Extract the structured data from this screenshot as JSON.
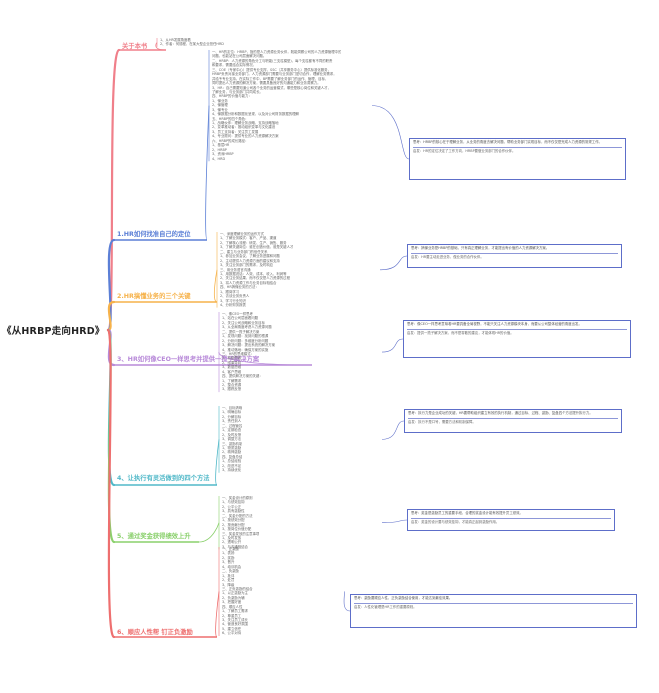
{
  "root": "《从HRBP走向HRD》",
  "colors": {
    "b0": "#f07f8a",
    "b1": "#5b7fd6",
    "b2": "#f6b24a",
    "b3": "#b88ad9",
    "b4": "#50b8c8",
    "b5": "#8ad06c",
    "b6": "#ee6f6f",
    "note_border": "#5d6ec9"
  },
  "branches": [
    {
      "title": "关于本书",
      "details": [
        "1、从HR发展角度看",
        "2、作者：何德程，在某大型企业担任HRD"
      ],
      "note": null
    },
    {
      "title": "1.HR如何找准自己的定位",
      "details": [
        "一、HR的定位：HRBP，指的是人力资源业务伙伴，既能洞察公司的人力资源管理中的",
        "  问题，也能站在公司层面解决问题。",
        "二、HRBP：人力资源的角色分工与职能(三支柱模型)，每个支柱都有不同的职责",
        "  和要求，需要结合实际情况。",
        "三、COE（专家中心）提供专业支撑，SSC（共享服务中心）提供标准化服务，",
        "  HRBP负责对接业务部门。人力资源部门需要与业务部门密切合作，理解业务需求，",
        "  并给予专业支持。在实际工作中，BP需要了解业务部门的运作、管理、目标，",
        "  同时提出人力资源的解决方案，需要具备良好的沟通能力和业务洞察力。",
        "  3、HR：自己需要知道公司各个业务的运营模式，哪些是核心岗位和关键人才，",
        "  了解业务，与业务部门共同成长。",
        "四、HRBP的价值与能力：",
        "  1、懂业务",
        "  2、懂管理",
        "  3、懂专业",
        "  4、懂数据分析和数据化呈现，以及对公司财务数据的理解",
        "五、HRBP的四个角色：",
        "  1、战略伙伴：理解业务战略，支持战略落地",
        "  2、变革推动者：推动组织变革与文化建设",
        "  3、员工支持者：关注员工发展",
        "  4、专业顾问：提供专业的人力资源解决方案",
        "六、HRBP的成长路径：",
        "  1、基层HR",
        "  2、HRBP",
        "  3、资深HRBP",
        "  4、HRD"
      ],
      "note": {
        "text": "思考：HRBP的核心在于理解业务，从业务的角度去解决问题，帮助业务部门实现目标，而不仅仅是完成人力资源的常规工作。",
        "sub": "启发：HR的定位决定了工作方向，HRBP要做业务部门的合作伙伴。"
      }
    },
    {
      "title": "2.HR搞懂业务的三个关键",
      "details": [
        "一、深度理解业务的运作方式",
        "  1、了解业务模式：客户、产品、渠道",
        "  2、了解核心流程：研发、生产、销售、服务",
        "  3、了解关键岗位：谁在创造价值，谁是关键人才",
        "二、建立与业务部门的信任关系",
        "  1、参加业务会议，了解业务进展和问题",
        "  2、主动提供人力资源方面的建议和支持",
        "  3、关注业务部门的需求，及时响应",
        "三、用业务语言沟通",
        "  1、用数据说话：人效、成本、收入、利润等",
        "  2、关注业务结果，而不仅仅是人力资源的过程",
        "  3、将人力资源工作与业务目标相结合",
        "四、HR搞懂业务的方法：",
        "  1、跟岗学习",
        "  2、访谈业务负责人",
        "  3、学习行业知识",
        "  4、分析财务报表"
      ],
      "note": {
        "text": "思考：搞懂业务是HRBP的基础，只有真正理解业务，才能提出有价值的人力资源解决方案。",
        "sub": "启发：HR要主动走进业务，做业务的合作伙伴。"
      }
    },
    {
      "title": "3、HR如何像CEO一样思考并提供一揽子解决方案",
      "details": [
        "一、像CEO一样思考",
        "  1、站在公司层面看问题",
        "  2、关注公司战略和业务目标",
        "  3、从全局角度考虑人力资源问题",
        "二、提供一揽子解决方案",
        "  1、发现问题：找到问题的根源",
        "  2、分析问题：多维度分析问题",
        "  3、解决问题：提出系统的解决方案",
        "  4、推动落地：确保方案的实施",
        "三、HR的思维模式：",
        "  1、系统思维",
        "  2、结果导向",
        "  3、数据思维",
        "  4、客户思维",
        "四、提供解决方案的关键：",
        "  1、了解需求",
        "  2、整合资源",
        "  3、跟踪反馈"
      ],
      "note": {
        "text": "思考：像CEO一样思考意味着HR要具备全局视野，不能只关注人力资源模块本身，而要从公司整体经营的角度出发。",
        "sub": "启发：提供一揽子解决方案，而不是零散的建议，才能体现HR的价值。"
      }
    },
    {
      "title": "4、让执行有灵活做到的四个方法",
      "details": [
        "一、目标清晰",
        "  1、明确目标",
        "  2、分解目标",
        "  3、责任到人",
        "二、过程管控",
        "  1、定期检查",
        "  2、及时反馈",
        "  3、调整方法",
        "三、激励机制",
        "  1、物质激励",
        "  2、精神激励",
        "四、复盘总结",
        "  1、总结经验",
        "  2、改进不足",
        "  3、持续优化"
      ],
      "note": {
        "text": "思考：执行力是企业成功的关键，HR要帮助组织建立有效的执行机制，通过目标、过程、激励、复盘四个方法提升执行力。",
        "sub": "启发：执行不是口号，需要方法和机制保障。"
      }
    },
    {
      "title": "5、通过奖金获得绩效上升",
      "details": [
        "一、奖金设计的原则",
        "  1、与绩效挂钩",
        "  2、公平公正",
        "  3、具有激励性",
        "二、奖金分配的方法",
        "  1、按绩效分配",
        "  2、按贡献分配",
        "  3、按岗位价值分配",
        "三、奖金发放的注意事项",
        "  1、及时发放",
        "  2、透明公开",
        "  3、与沟通相结合"
      ],
      "note": {
        "text": "思考：奖金是激励员工的重要手段，合理的奖金设计能有效提升员工绩效。",
        "sub": "启发：奖金的设计要与绩效挂钩，才能真正起到激励作用。"
      }
    },
    {
      "title": "6、顺应人性帮 钉正负激励",
      "details": [
        "一、正激励",
        "  1、表扬",
        "  2、奖励",
        "  3、晋升",
        "  4、培训机会",
        "二、负激励",
        "  1、批评",
        "  2、处罚",
        "  3、降级",
        "三、正负激励的结合",
        "  1、以正激励为主",
        "  2、负激励为辅",
        "  3、把握好度",
        "四、顺应人性",
        "  1、了解员工需求",
        "  2、尊重员工",
        "  3、关注员工成长",
        "  4、营造良好氛围",
        "  5、建立信任",
        "  6、公平对待"
      ],
      "note": {
        "text": "思考：激励要顺应人性，正负激励结合使用，才能达到最佳效果。",
        "sub": "启发：人性化管理是HR工作的重要原则。"
      }
    }
  ]
}
